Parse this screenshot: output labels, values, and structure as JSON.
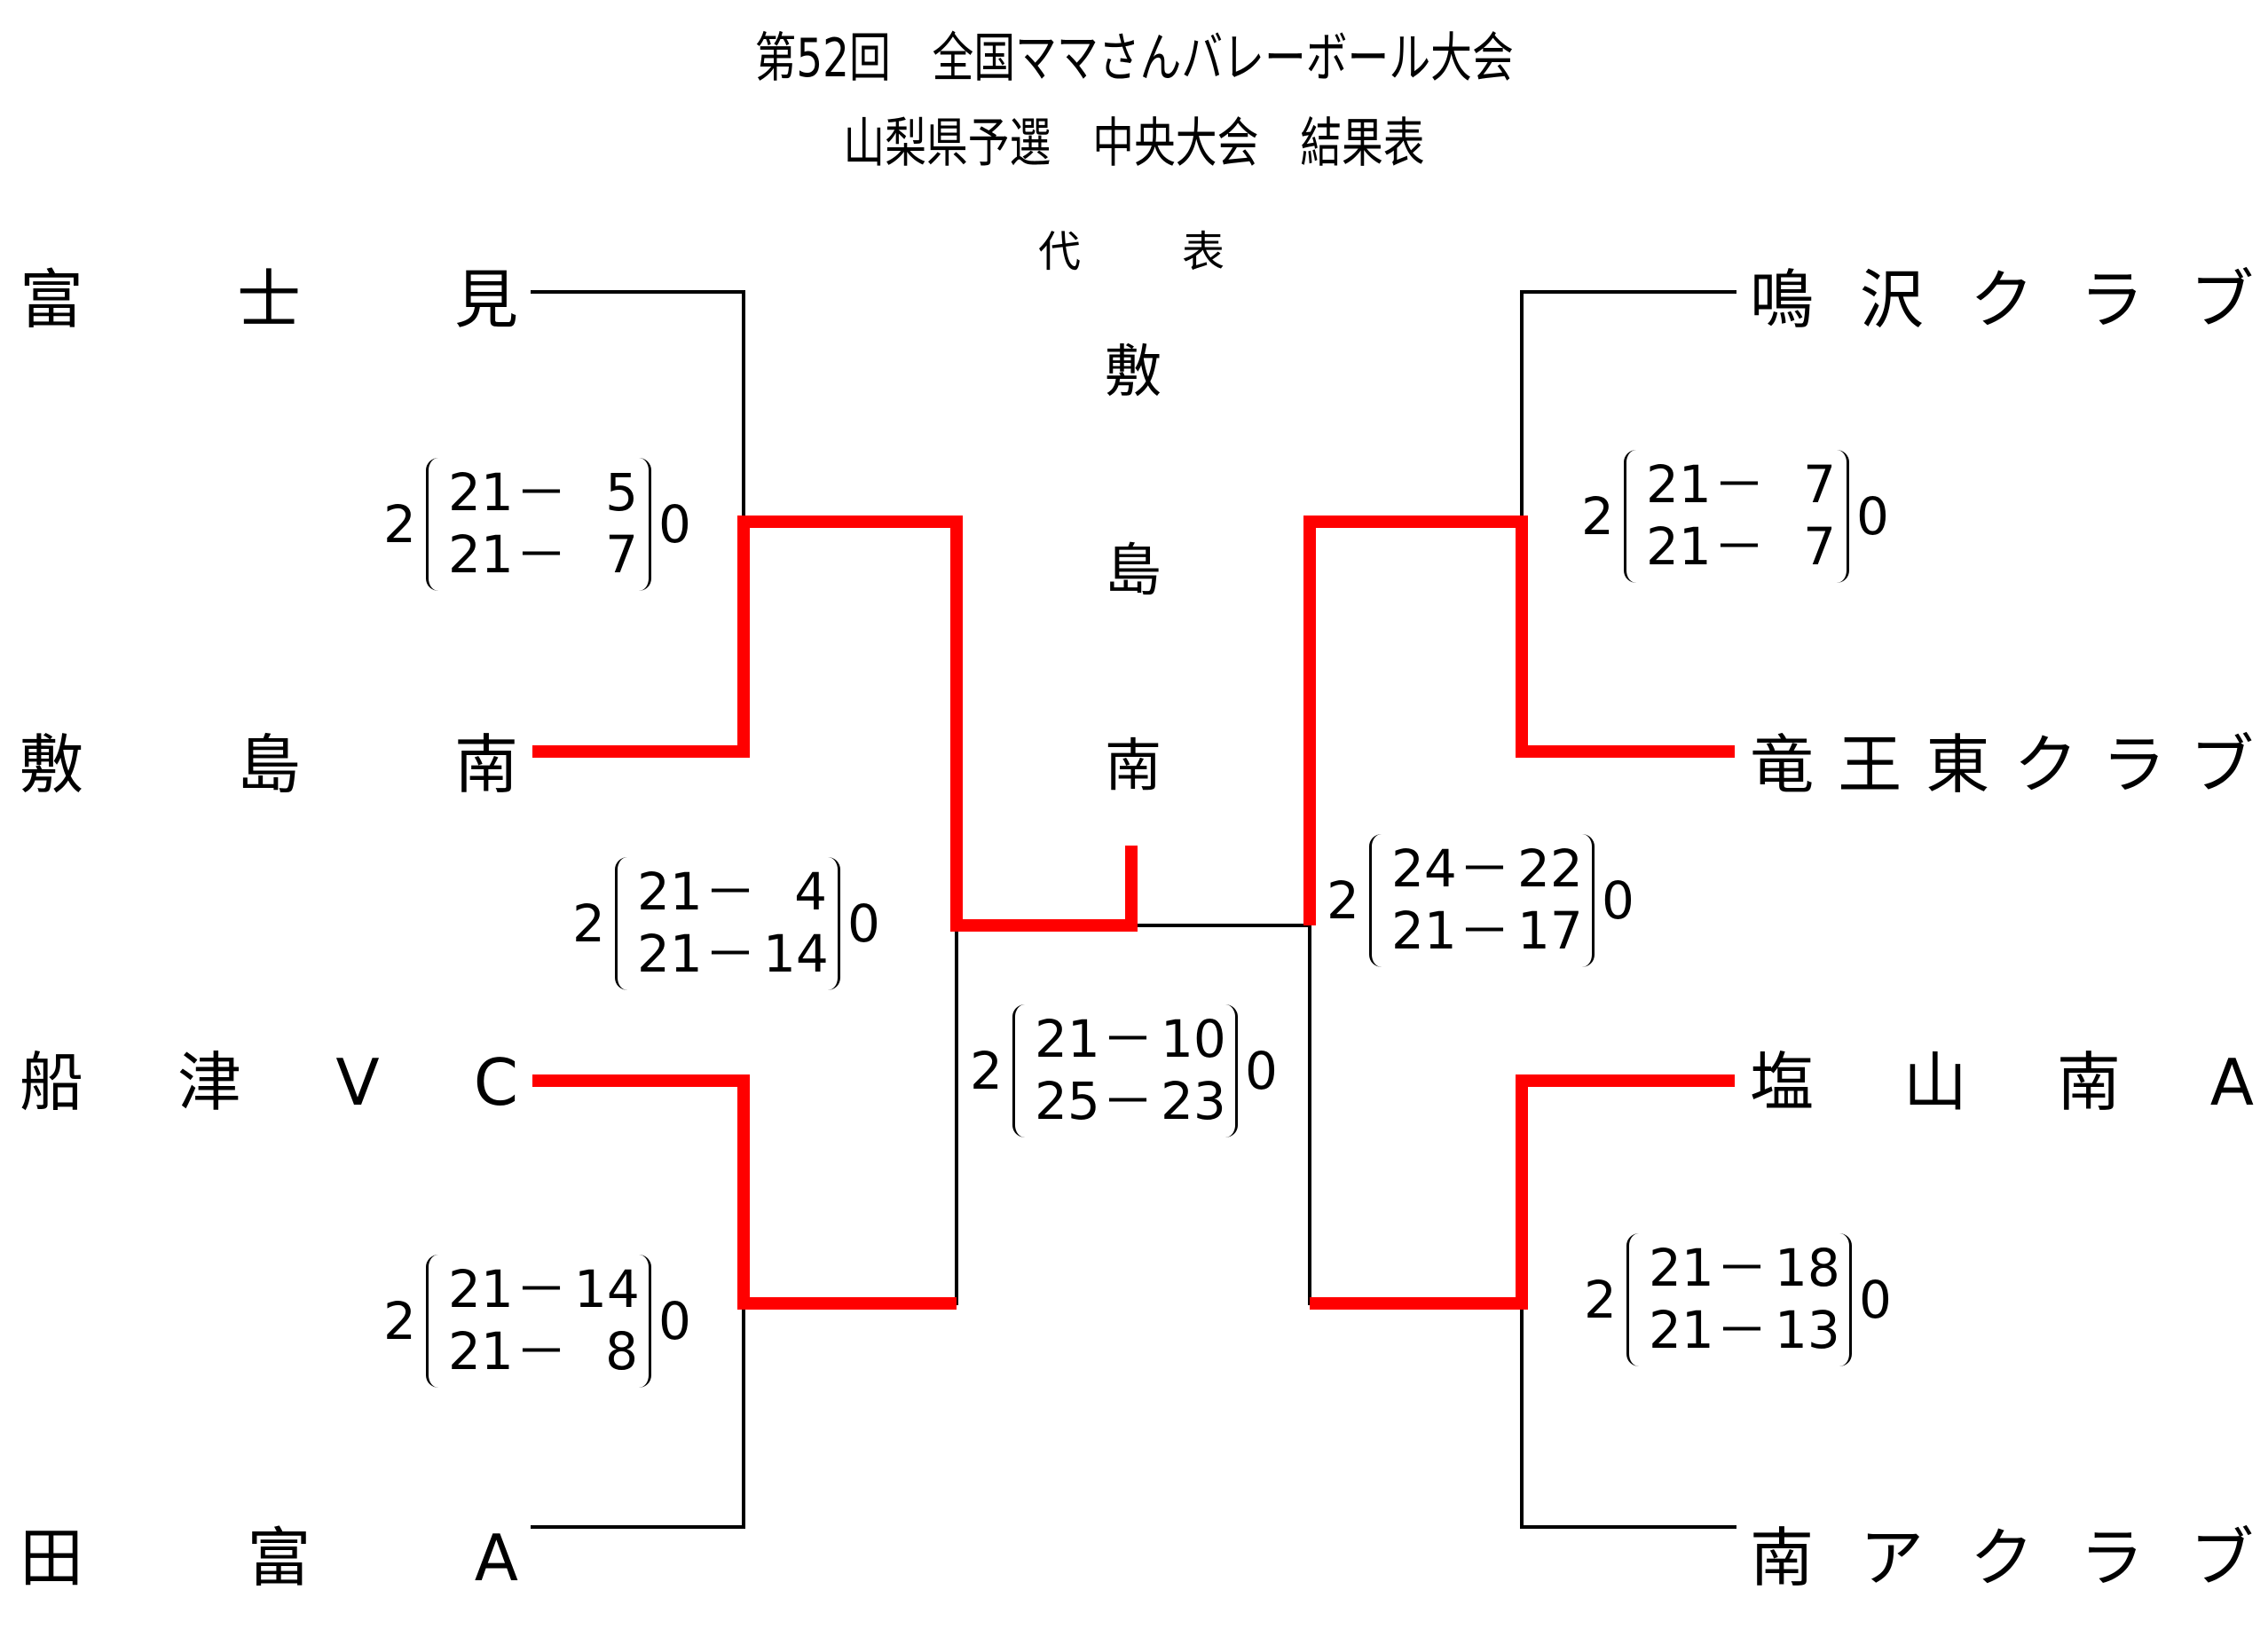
{
  "title": {
    "line1": "第52回　全国ママさんバレーボール大会",
    "line2": "山梨県予選　中央大会　結果表"
  },
  "representative": {
    "label_chars": [
      "代",
      "表"
    ],
    "winner_chars": [
      "敷",
      "島",
      "南"
    ]
  },
  "colors": {
    "winner_path": "#ff0000",
    "line": "#000000"
  },
  "teams": {
    "left": [
      {
        "name": "富士見",
        "chars": [
          "富",
          "士",
          "見"
        ]
      },
      {
        "name": "敷島南",
        "chars": [
          "敷",
          "島",
          "南"
        ]
      },
      {
        "name": "船津VC",
        "chars": [
          "船",
          "津",
          "V",
          "C"
        ]
      },
      {
        "name": "田富A",
        "chars": [
          "田",
          "富",
          "A"
        ]
      }
    ],
    "right": [
      {
        "name": "鳴沢クラブ",
        "chars": [
          "鳴",
          "沢",
          "ク",
          "ラ",
          "ブ"
        ]
      },
      {
        "name": "竜王東クラブ",
        "chars": [
          "竜",
          "王",
          "東",
          "ク",
          "ラ",
          "ブ"
        ]
      },
      {
        "name": "塩山南A",
        "chars": [
          "塩",
          "山",
          "南",
          "A"
        ]
      },
      {
        "name": "南アクラブ",
        "chars": [
          "南",
          "ア",
          "ク",
          "ラ",
          "ブ"
        ]
      }
    ]
  },
  "matches": [
    {
      "id": "left-r1-top",
      "winner": "敷島南",
      "loser": "富士見",
      "won": "2",
      "lost": "0",
      "sets": [
        {
          "a": "21",
          "b": "5"
        },
        {
          "a": "21",
          "b": "7"
        }
      ]
    },
    {
      "id": "left-r1-bottom",
      "winner": "船津VC",
      "loser": "田富A",
      "won": "2",
      "lost": "0",
      "sets": [
        {
          "a": "21",
          "b": "14"
        },
        {
          "a": "21",
          "b": "8"
        }
      ]
    },
    {
      "id": "left-r2",
      "winner": "敷島南",
      "loser": "船津VC",
      "won": "2",
      "lost": "0",
      "sets": [
        {
          "a": "21",
          "b": "4"
        },
        {
          "a": "21",
          "b": "14"
        }
      ]
    },
    {
      "id": "final",
      "winner": "敷島南",
      "loser": "竜王東クラブ",
      "won": "2",
      "lost": "0",
      "sets": [
        {
          "a": "21",
          "b": "10"
        },
        {
          "a": "25",
          "b": "23"
        }
      ]
    },
    {
      "id": "right-r2",
      "winner": "竜王東クラブ",
      "loser": "塩山南A",
      "won": "2",
      "lost": "0",
      "sets": [
        {
          "a": "24",
          "b": "22"
        },
        {
          "a": "21",
          "b": "17"
        }
      ]
    },
    {
      "id": "right-r1-top",
      "winner": "竜王東クラブ",
      "loser": "鳴沢クラブ",
      "won": "2",
      "lost": "0",
      "sets": [
        {
          "a": "21",
          "b": "7"
        },
        {
          "a": "21",
          "b": "7"
        }
      ]
    },
    {
      "id": "right-r1-bottom",
      "winner": "塩山南A",
      "loser": "南アクラブ",
      "won": "2",
      "lost": "0",
      "sets": [
        {
          "a": "21",
          "b": "18"
        },
        {
          "a": "21",
          "b": "13"
        }
      ]
    }
  ],
  "sep": "－"
}
